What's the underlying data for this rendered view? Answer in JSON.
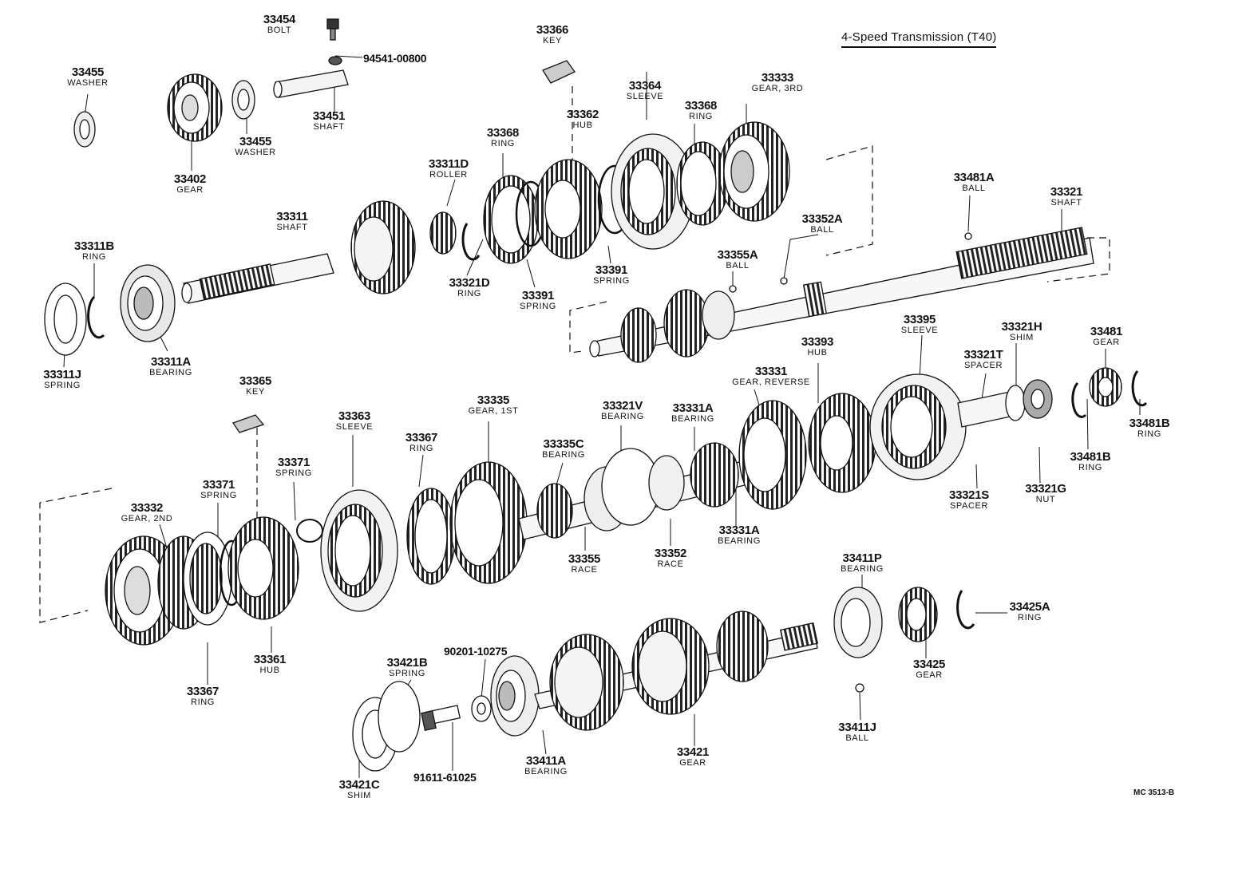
{
  "title": "4-Speed Transmission (T40)",
  "drawing_code": "MC 3513-B",
  "callouts": [
    {
      "id": "c1",
      "pn": "33455",
      "name": "WASHER"
    },
    {
      "id": "c2",
      "pn": "33454",
      "name": "BOLT"
    },
    {
      "id": "c3",
      "pn": "33366",
      "name": "KEY"
    },
    {
      "id": "c4",
      "pn": "33455",
      "name": "WASHER"
    },
    {
      "id": "c5",
      "pn": "33451",
      "name": "SHAFT"
    },
    {
      "id": "c6",
      "pn": "33402",
      "name": "GEAR"
    },
    {
      "id": "c7",
      "pn": "33364",
      "name": "SLEEVE"
    },
    {
      "id": "c8",
      "pn": "33333",
      "name": "GEAR, 3RD"
    },
    {
      "id": "c9",
      "pn": "33362",
      "name": "HUB"
    },
    {
      "id": "c10",
      "pn": "33368",
      "name": "RING"
    },
    {
      "id": "c11",
      "pn": "33368",
      "name": "RING"
    },
    {
      "id": "c12",
      "pn": "33311D",
      "name": "ROLLER"
    },
    {
      "id": "c13",
      "pn": "33481A",
      "name": "BALL"
    },
    {
      "id": "c14",
      "pn": "33321",
      "name": "SHAFT"
    },
    {
      "id": "c15",
      "pn": "33311",
      "name": "SHAFT"
    },
    {
      "id": "c16",
      "pn": "33352A",
      "name": "BALL"
    },
    {
      "id": "c17",
      "pn": "33311B",
      "name": "RING"
    },
    {
      "id": "c18",
      "pn": "33355A",
      "name": "BALL"
    },
    {
      "id": "c19",
      "pn": "33391",
      "name": "SPRING"
    },
    {
      "id": "c20",
      "pn": "33321D",
      "name": "RING"
    },
    {
      "id": "c21",
      "pn": "33391",
      "name": "SPRING"
    },
    {
      "id": "c22",
      "pn": "33311A",
      "name": "BEARING"
    },
    {
      "id": "c23",
      "pn": "33311J",
      "name": "SPRING"
    },
    {
      "id": "c24",
      "pn": "33395",
      "name": "SLEEVE"
    },
    {
      "id": "c25",
      "pn": "33393",
      "name": "HUB"
    },
    {
      "id": "c26",
      "pn": "33321H",
      "name": "SHIM"
    },
    {
      "id": "c27",
      "pn": "33481",
      "name": "GEAR"
    },
    {
      "id": "c28",
      "pn": "33321T",
      "name": "SPACER"
    },
    {
      "id": "c29",
      "pn": "33331",
      "name": "GEAR, REVERSE"
    },
    {
      "id": "c30",
      "pn": "33365",
      "name": "KEY"
    },
    {
      "id": "c31",
      "pn": "33335",
      "name": "GEAR, 1ST"
    },
    {
      "id": "c32",
      "pn": "33321V",
      "name": "BEARING"
    },
    {
      "id": "c33",
      "pn": "33331A",
      "name": "BEARING"
    },
    {
      "id": "c34",
      "pn": "33363",
      "name": "SLEEVE"
    },
    {
      "id": "c35",
      "pn": "33481B",
      "name": "RING"
    },
    {
      "id": "c36",
      "pn": "33367",
      "name": "RING"
    },
    {
      "id": "c37",
      "pn": "33335C",
      "name": "BEARING"
    },
    {
      "id": "c38",
      "pn": "33371",
      "name": "SPRING"
    },
    {
      "id": "c39",
      "pn": "33481B",
      "name": "RING"
    },
    {
      "id": "c40",
      "pn": "33321S",
      "name": "SPACER"
    },
    {
      "id": "c41",
      "pn": "33321G",
      "name": "NUT"
    },
    {
      "id": "c42",
      "pn": "33371",
      "name": "SPRING"
    },
    {
      "id": "c43",
      "pn": "33332",
      "name": "GEAR, 2ND"
    },
    {
      "id": "c44",
      "pn": "33331A",
      "name": "BEARING"
    },
    {
      "id": "c45",
      "pn": "33355",
      "name": "RACE"
    },
    {
      "id": "c46",
      "pn": "33352",
      "name": "RACE"
    },
    {
      "id": "c47",
      "pn": "33411P",
      "name": "BEARING"
    },
    {
      "id": "c48",
      "pn": "33425A",
      "name": "RING"
    },
    {
      "id": "c49",
      "pn": "33361",
      "name": "HUB"
    },
    {
      "id": "c50",
      "pn": "33421B",
      "name": "SPRING"
    },
    {
      "id": "c51",
      "pn": "33425",
      "name": "GEAR"
    },
    {
      "id": "c52",
      "pn": "33367",
      "name": "RING"
    },
    {
      "id": "c53",
      "pn": "33411J",
      "name": "BALL"
    },
    {
      "id": "c54",
      "pn": "33421",
      "name": "GEAR"
    },
    {
      "id": "c55",
      "pn": "33411A",
      "name": "BEARING"
    },
    {
      "id": "c56",
      "pn": "33421C",
      "name": "SHIM"
    }
  ],
  "plain_callouts": [
    {
      "id": "p1",
      "pn": "94541-00800"
    },
    {
      "id": "p2",
      "pn": "90201-10275"
    },
    {
      "id": "p3",
      "pn": "91611-61025"
    }
  ]
}
